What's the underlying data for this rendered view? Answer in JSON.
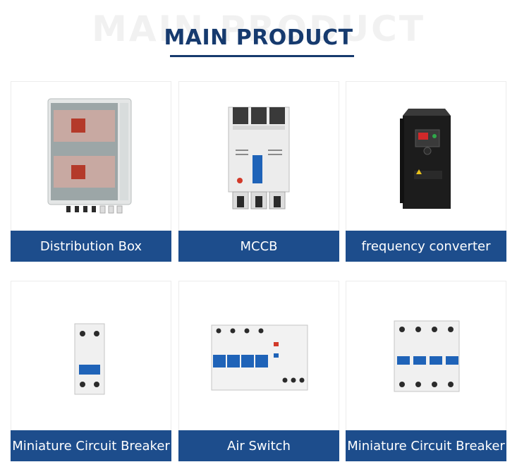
{
  "header": {
    "ghost_text": "MAIN PRODUCT",
    "title": "MAIN PRODUCT"
  },
  "products": [
    {
      "label": "Distribution Box"
    },
    {
      "label": "MCCB"
    },
    {
      "label": "frequency converter"
    },
    {
      "label": "Miniature Circuit Breaker"
    },
    {
      "label": "Air Switch"
    },
    {
      "label": "Miniature Circuit Breaker"
    }
  ],
  "colors": {
    "title": "#163a6e",
    "label_bg": "#1d4d8c",
    "label_text": "#ffffff"
  }
}
